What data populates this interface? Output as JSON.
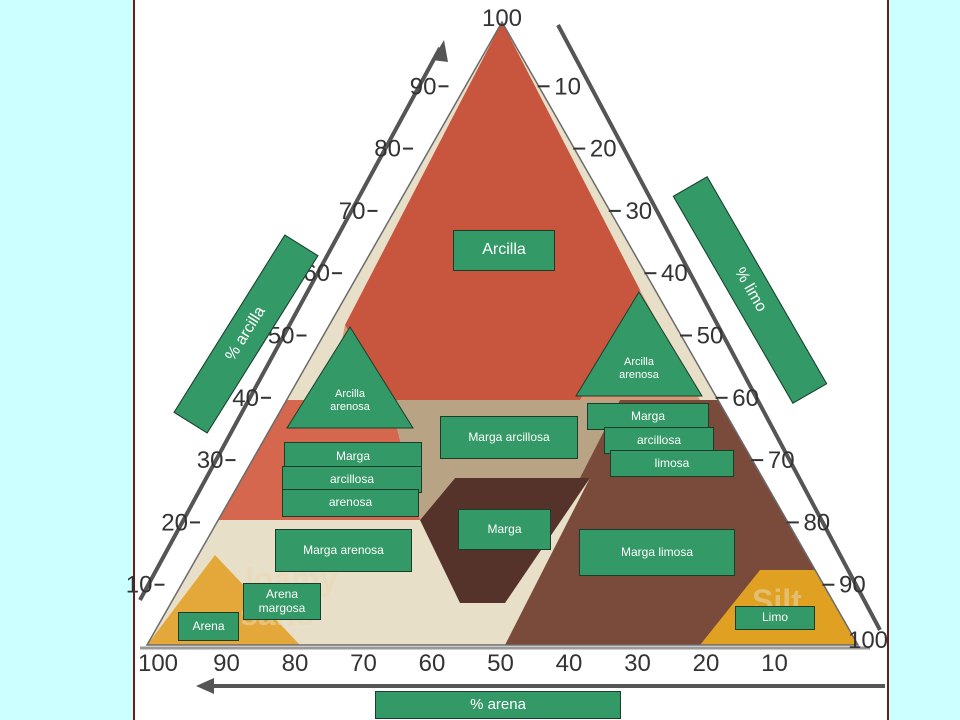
{
  "axes": {
    "clay_ticks": [
      "100",
      "90",
      "80",
      "70",
      "60",
      "50",
      "40",
      "30",
      "20",
      "10"
    ],
    "silt_ticks": [
      "10",
      "20",
      "30",
      "40",
      "50",
      "60",
      "70",
      "80",
      "90",
      "100"
    ],
    "sand_ticks": [
      "100",
      "90",
      "80",
      "70",
      "60",
      "50",
      "40",
      "30",
      "20",
      "10"
    ],
    "clay_axis_label": "% arcilla",
    "silt_axis_label": "% limo",
    "sand_axis_label": "% arena"
  },
  "regions": {
    "clay": "Arcilla",
    "sandy_clay_left": "Arcilla\narenosa",
    "silty_clay_right": "Arcilla\narenosa",
    "clay_loam": "Marga arcillosa",
    "sandy_clay_loam_1": "Marga",
    "sandy_clay_loam_2": "arcillosa",
    "sandy_clay_loam_3": "arenosa",
    "silty_clay_loam_1": "Marga",
    "silty_clay_loam_2": "arcillosa",
    "silty_clay_loam_3": "limosa",
    "loam": "Marga",
    "sandy_loam": "Marga arenosa",
    "silt_loam": "Marga limosa",
    "loamy_sand": "Arena\nmargosa",
    "sand": "Arena",
    "silt": "Limo"
  },
  "background_english": {
    "silt": "Silt",
    "loamy": "loamy",
    "sand": "sand"
  },
  "colors": {
    "page_background": "#ccffff",
    "label_fill": "#339966",
    "clay": "#c8553d",
    "silty_clay_edge": "#d49a78",
    "clay_loam": "#b8a484",
    "sandy_clay_loam": "#d4674d",
    "loam": "#56332a",
    "sandy_loam": "#e8dfc9",
    "silt_loam": "#7a4a3a",
    "loamy_sand": "#e8dfc9",
    "sand": "#e4a83a",
    "silt": "#e0a022"
  }
}
